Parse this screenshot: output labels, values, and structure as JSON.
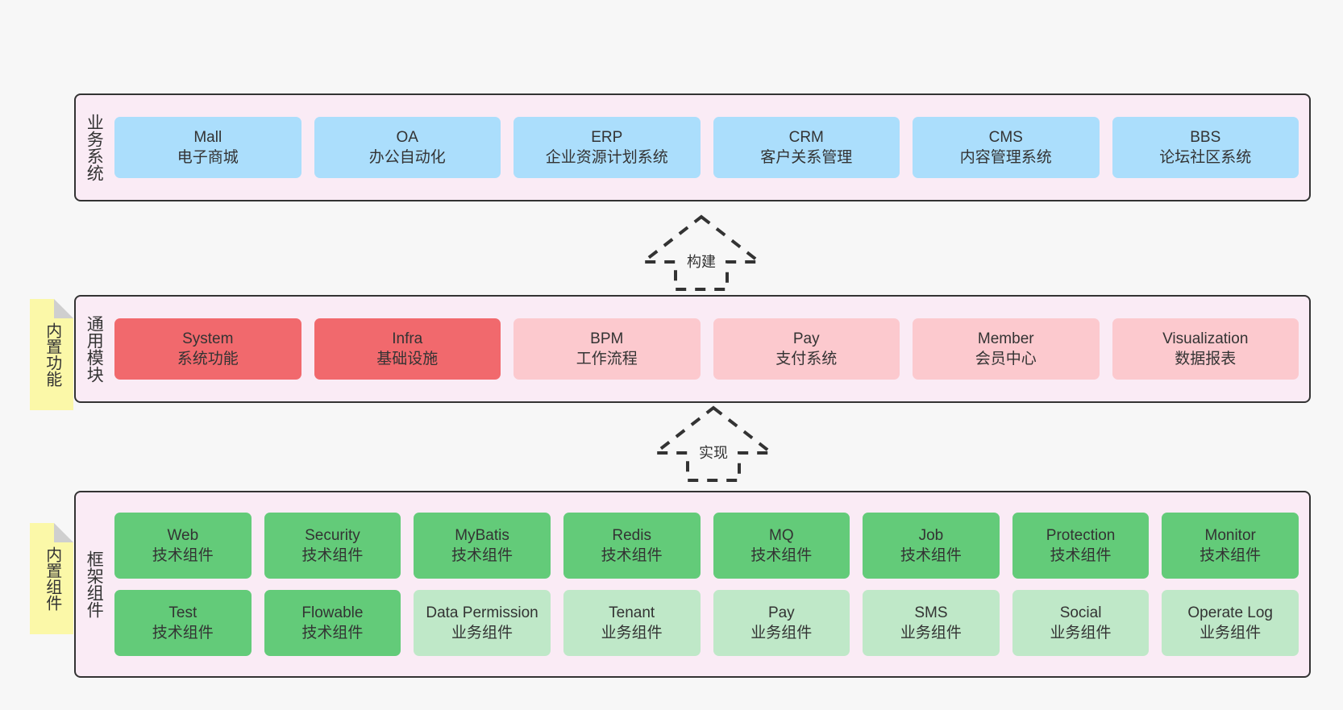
{
  "diagram": {
    "background": "#f7f7f7",
    "panel_bg": "#faebf5",
    "panel_border": "#333333",
    "colors": {
      "business_card": "#abdefc",
      "module_core": "#f1696d",
      "module_optional": "#fcc9ce",
      "framework_tech": "#63cb79",
      "framework_business": "#bfe8c8",
      "sticky": "#fbf8a8"
    }
  },
  "layers": [
    {
      "id": "business",
      "title": "业务系统",
      "sticky": null,
      "rows": [
        [
          {
            "title": "Mall",
            "sub": "电子商城",
            "style": "blue"
          },
          {
            "title": "OA",
            "sub": "办公自动化",
            "style": "blue"
          },
          {
            "title": "ERP",
            "sub": "企业资源计划系统",
            "style": "blue"
          },
          {
            "title": "CRM",
            "sub": "客户关系管理",
            "style": "blue"
          },
          {
            "title": "CMS",
            "sub": "内容管理系统",
            "style": "blue"
          },
          {
            "title": "BBS",
            "sub": "论坛社区系统",
            "style": "blue"
          }
        ]
      ]
    },
    {
      "id": "modules",
      "title": "通用模块",
      "sticky": "内置功能",
      "rows": [
        [
          {
            "title": "System",
            "sub": "系统功能",
            "style": "red"
          },
          {
            "title": "Infra",
            "sub": "基础设施",
            "style": "red"
          },
          {
            "title": "BPM",
            "sub": "工作流程",
            "style": "lightred"
          },
          {
            "title": "Pay",
            "sub": "支付系统",
            "style": "lightred"
          },
          {
            "title": "Member",
            "sub": "会员中心",
            "style": "lightred"
          },
          {
            "title": "Visualization",
            "sub": "数据报表",
            "style": "lightred"
          }
        ]
      ]
    },
    {
      "id": "framework",
      "title": "框架组件",
      "sticky": "内置组件",
      "rows": [
        [
          {
            "title": "Web",
            "sub": "技术组件",
            "style": "green"
          },
          {
            "title": "Security",
            "sub": "技术组件",
            "style": "green"
          },
          {
            "title": "MyBatis",
            "sub": "技术组件",
            "style": "green"
          },
          {
            "title": "Redis",
            "sub": "技术组件",
            "style": "green"
          },
          {
            "title": "MQ",
            "sub": "技术组件",
            "style": "green"
          },
          {
            "title": "Job",
            "sub": "技术组件",
            "style": "green"
          },
          {
            "title": "Protection",
            "sub": "技术组件",
            "style": "green"
          },
          {
            "title": "Monitor",
            "sub": "技术组件",
            "style": "green"
          }
        ],
        [
          {
            "title": "Test",
            "sub": "技术组件",
            "style": "green"
          },
          {
            "title": "Flowable",
            "sub": "技术组件",
            "style": "green"
          },
          {
            "title": "Data Permission",
            "sub": "业务组件",
            "style": "lightgreen"
          },
          {
            "title": "Tenant",
            "sub": "业务组件",
            "style": "lightgreen"
          },
          {
            "title": "Pay",
            "sub": "业务组件",
            "style": "lightgreen"
          },
          {
            "title": "SMS",
            "sub": "业务组件",
            "style": "lightgreen"
          },
          {
            "title": "Social",
            "sub": "业务组件",
            "style": "lightgreen"
          },
          {
            "title": "Operate Log",
            "sub": "业务组件",
            "style": "lightgreen"
          }
        ]
      ]
    }
  ],
  "connectors": [
    {
      "id": "build",
      "label": "构建",
      "direction": "up",
      "style": "dashed"
    },
    {
      "id": "impl",
      "label": "实现",
      "direction": "up",
      "style": "dashed"
    }
  ]
}
